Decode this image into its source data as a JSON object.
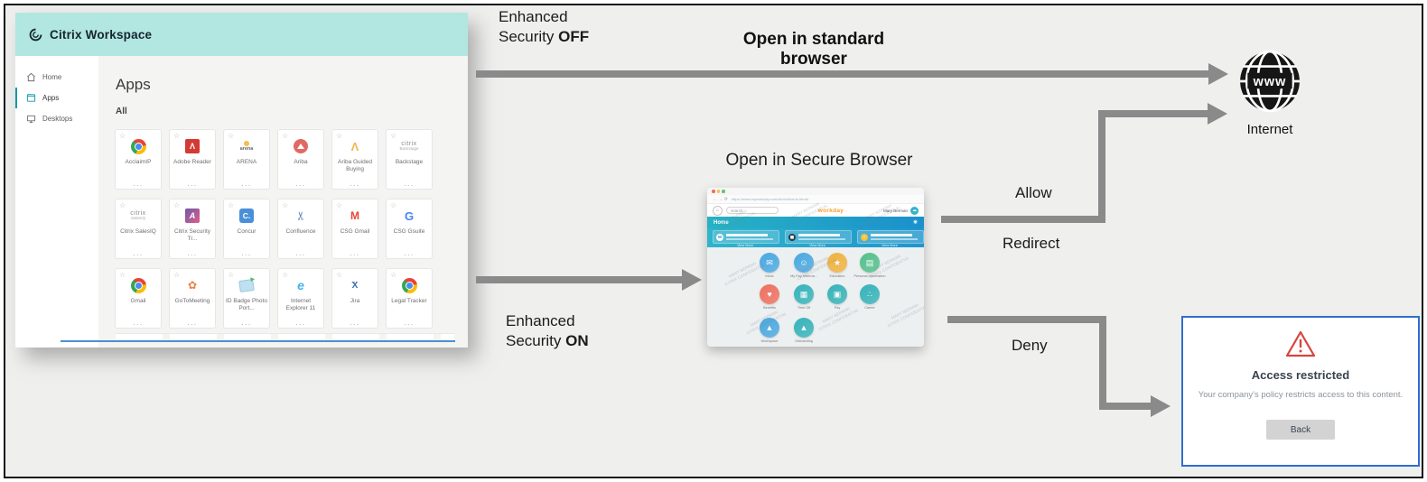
{
  "diagram": {
    "enhanced_security_off": {
      "line1": "Enhanced",
      "line2": "Security",
      "bold": "OFF"
    },
    "enhanced_security_on": {
      "line1": "Enhanced",
      "line2": "Security",
      "bold": "ON"
    },
    "open_standard_browser": "Open in standard browser",
    "open_secure_browser": "Open in Secure Browser",
    "allow": "Allow",
    "redirect": "Redirect",
    "deny": "Deny",
    "internet": "Internet",
    "arrow_color": "#8a8a8a"
  },
  "workspace": {
    "title": "Citrix Workspace",
    "header_color": "#b2e7e1",
    "accent_color": "#0d98a9",
    "nav": [
      {
        "label": "Home",
        "icon": "home-icon",
        "active": false
      },
      {
        "label": "Apps",
        "icon": "apps-icon",
        "active": true
      },
      {
        "label": "Desktops",
        "icon": "desktops-icon",
        "active": false
      }
    ],
    "heading": "Apps",
    "filter": "All",
    "tile_more": "...",
    "star": "☆",
    "citrix_wordmark": "citrix",
    "tiles": [
      {
        "name": "AcclaimIP",
        "icon": "chrome"
      },
      {
        "name": "Adobe Reader",
        "icon": "adobe"
      },
      {
        "name": "ARENA",
        "icon": "arena"
      },
      {
        "name": "Ariba",
        "icon": "ariba"
      },
      {
        "name": "Ariba Guided Buying",
        "icon": "ariba-a"
      },
      {
        "name": "Backstage",
        "icon": "citrix-text",
        "sub": "Backstage"
      },
      {
        "name": "Citrix SalesIQ",
        "icon": "citrix-text",
        "sub": "SalesIQ"
      },
      {
        "name": "Citrix Security Tr...",
        "icon": "security"
      },
      {
        "name": "Concur",
        "icon": "concur"
      },
      {
        "name": "Confluence",
        "icon": "confluence"
      },
      {
        "name": "CSG Gmail",
        "icon": "gmail"
      },
      {
        "name": "CSG Gsuite",
        "icon": "google"
      },
      {
        "name": "Gmail",
        "icon": "chrome"
      },
      {
        "name": "GoToMeeting",
        "icon": "gtm"
      },
      {
        "name": "ID Badge Photo Port...",
        "icon": "badge"
      },
      {
        "name": "Internet Explorer 11",
        "icon": "ie"
      },
      {
        "name": "Jira",
        "icon": "jira"
      },
      {
        "name": "Legal Tracker",
        "icon": "chrome"
      }
    ]
  },
  "secure_browser": {
    "url": "https://www.myworkday.com/citrix/d/home.htmld",
    "search_placeholder": "search",
    "logo": "workday",
    "user": "Mary Berman",
    "page_title": "Home",
    "view_more": "View More",
    "watermark_line1": "MARY BERMAN",
    "watermark_line2": "CITRIX CONFIDENTIAL",
    "cards": [
      {
        "icon_bg": "#ffffff",
        "icon_color": "#2a8fd0",
        "glyph": "W"
      },
      {
        "icon_bg": "#2b3a4d",
        "icon_color": "#ffffff",
        "glyph": "▦"
      },
      {
        "icon_bg": "#f5c33b",
        "icon_color": "#ffffff",
        "glyph": "!"
      }
    ],
    "apps": [
      {
        "label": "Inbox",
        "color": "#4aa8e0",
        "glyph": "✉"
      },
      {
        "label": "My Pay Informa...",
        "color": "#4aa8e0",
        "glyph": "☺"
      },
      {
        "label": "Education",
        "color": "#f0b23e",
        "glyph": "★"
      },
      {
        "label": "Personal Information",
        "color": "#53c08b",
        "glyph": "▤"
      },
      {
        "label": "Benefits",
        "color": "#ef6f5e",
        "glyph": "♥"
      },
      {
        "label": "Time Off",
        "color": "#35b3b9",
        "glyph": "▦"
      },
      {
        "label": "Pay",
        "color": "#35b3b9",
        "glyph": "▣"
      },
      {
        "label": "Career",
        "color": "#35b3b9",
        "glyph": "∴"
      },
      {
        "label": "Workspace",
        "color": "#4aa8e0",
        "glyph": "▲"
      },
      {
        "label": "Onboarding",
        "color": "#35b3b9",
        "glyph": "▲"
      }
    ]
  },
  "dialog": {
    "title": "Access restricted",
    "message": "Your company's policy restricts access to this content.",
    "back_label": "Back"
  }
}
